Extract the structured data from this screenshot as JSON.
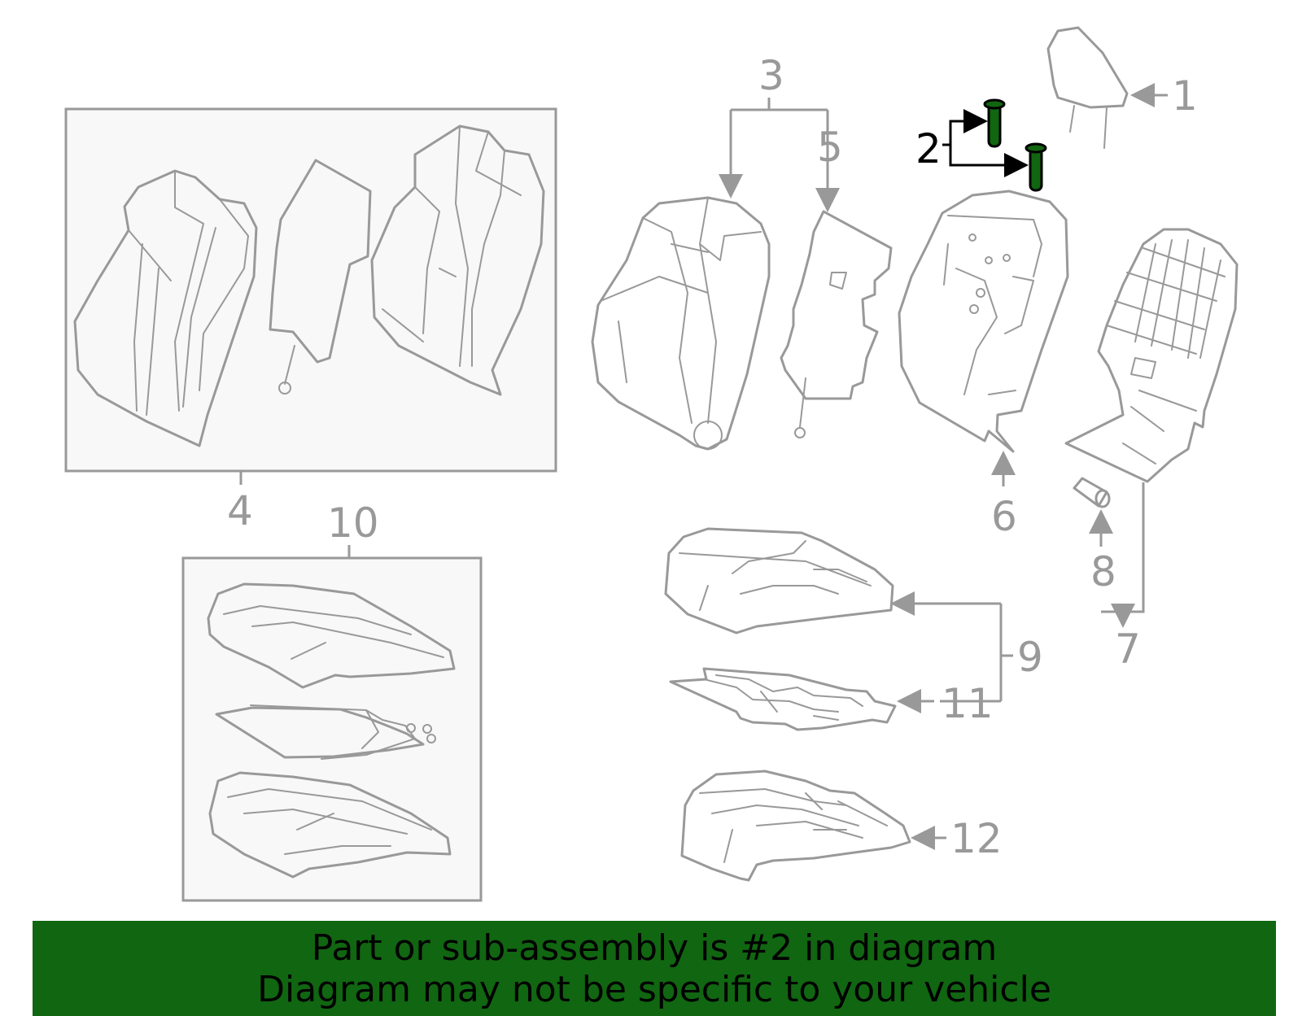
{
  "labels": {
    "p1": "1",
    "p2": "2",
    "p3": "3",
    "p4": "4",
    "p5": "5",
    "p6": "6",
    "p7": "7",
    "p8": "8",
    "p9": "9",
    "p10": "10",
    "p11": "11",
    "p12": "12"
  },
  "highlight_color": "#116611",
  "part_color": "#999999",
  "banner": {
    "line1": "Part or sub-assembly is #2 in diagram",
    "line2": "Diagram may not be specific to your vehicle"
  }
}
